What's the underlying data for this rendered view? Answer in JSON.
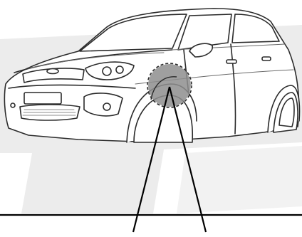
{
  "figure": {
    "subject": "car-side-front-three-quarter-view",
    "highlight": "front-wheel-arch-callout",
    "colors": {
      "background": "#ffffff",
      "backdrop_band": "#ececec",
      "car_fill": "#ffffff",
      "car_outline": "#2b2b2b",
      "line_detail": "#6a6a6a",
      "highlight_fill": "#8e8e8e",
      "callout_line": "#000000"
    },
    "icons": [
      "car-illustration",
      "magnifier-circle"
    ]
  }
}
